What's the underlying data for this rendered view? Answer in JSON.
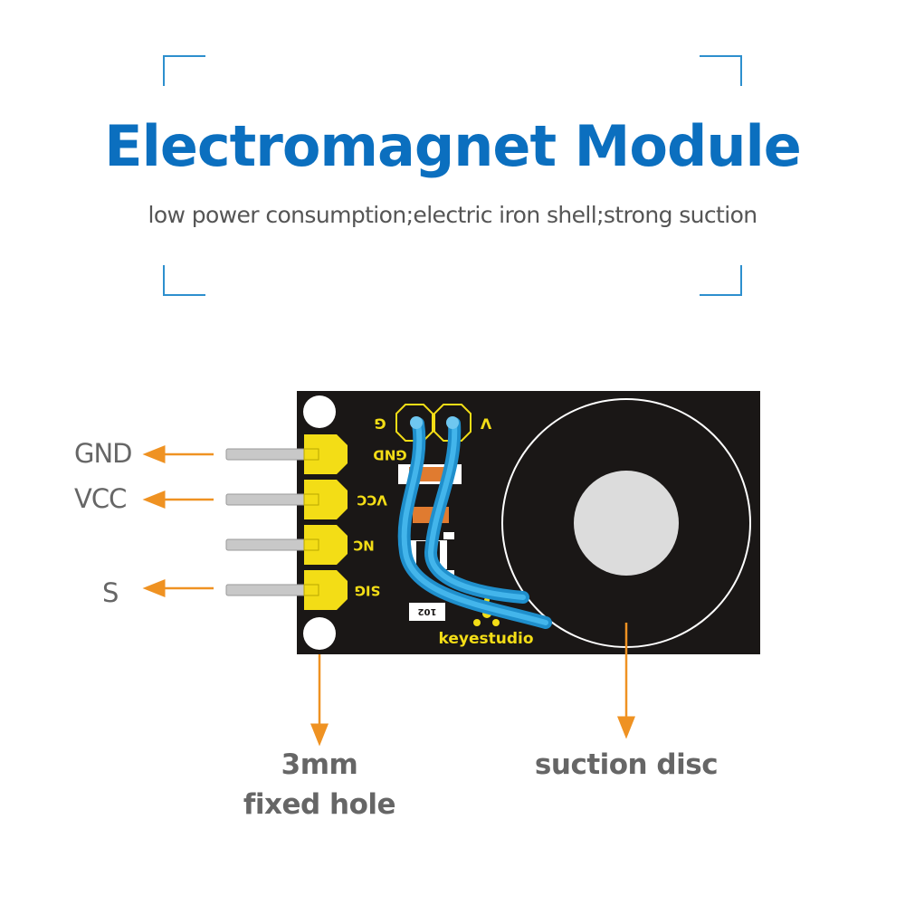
{
  "header": {
    "title": "Electromagnet Module",
    "subtitle": "low power consumption;electric iron shell;strong suction"
  },
  "pins": [
    {
      "label": "GND",
      "silk": "GND"
    },
    {
      "label": "VCC",
      "silk": "VCC"
    },
    {
      "label": "",
      "silk": "NC"
    },
    {
      "label": "S",
      "silk": "SIG"
    }
  ],
  "board": {
    "coil_left": "G",
    "coil_right": "V",
    "chip_text": "102",
    "brand": "keyestudio"
  },
  "callouts": {
    "hole_line1": "3mm",
    "hole_line2": "fixed hole",
    "disc": "suction disc"
  },
  "colors": {
    "title": "#0b6fbf",
    "arrow": "#ef9222",
    "board": "#1a1716",
    "header_pin": "#f3dd16",
    "wire": "#2ea3dd",
    "frame": "#2d8fce"
  }
}
